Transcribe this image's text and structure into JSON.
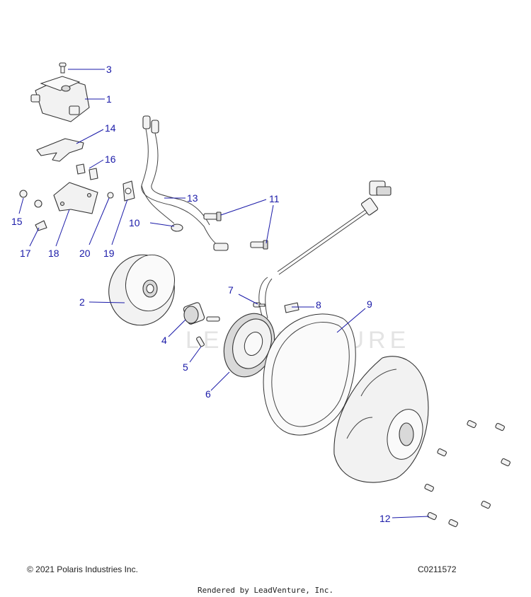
{
  "callouts": [
    "1",
    "2",
    "3",
    "4",
    "5",
    "6",
    "7",
    "8",
    "9",
    "10",
    "11",
    "12",
    "13",
    "14",
    "15",
    "16",
    "17",
    "18",
    "19",
    "20"
  ],
  "watermark": "LEADVENTURE",
  "footer": {
    "copyright": "© 2021 Polaris Industries Inc.",
    "code": "C0211572",
    "rendered_by": "Rendered by LeadVenture, Inc."
  },
  "colors": {
    "callout": "#1a1aa8",
    "line_art": "#333333"
  }
}
